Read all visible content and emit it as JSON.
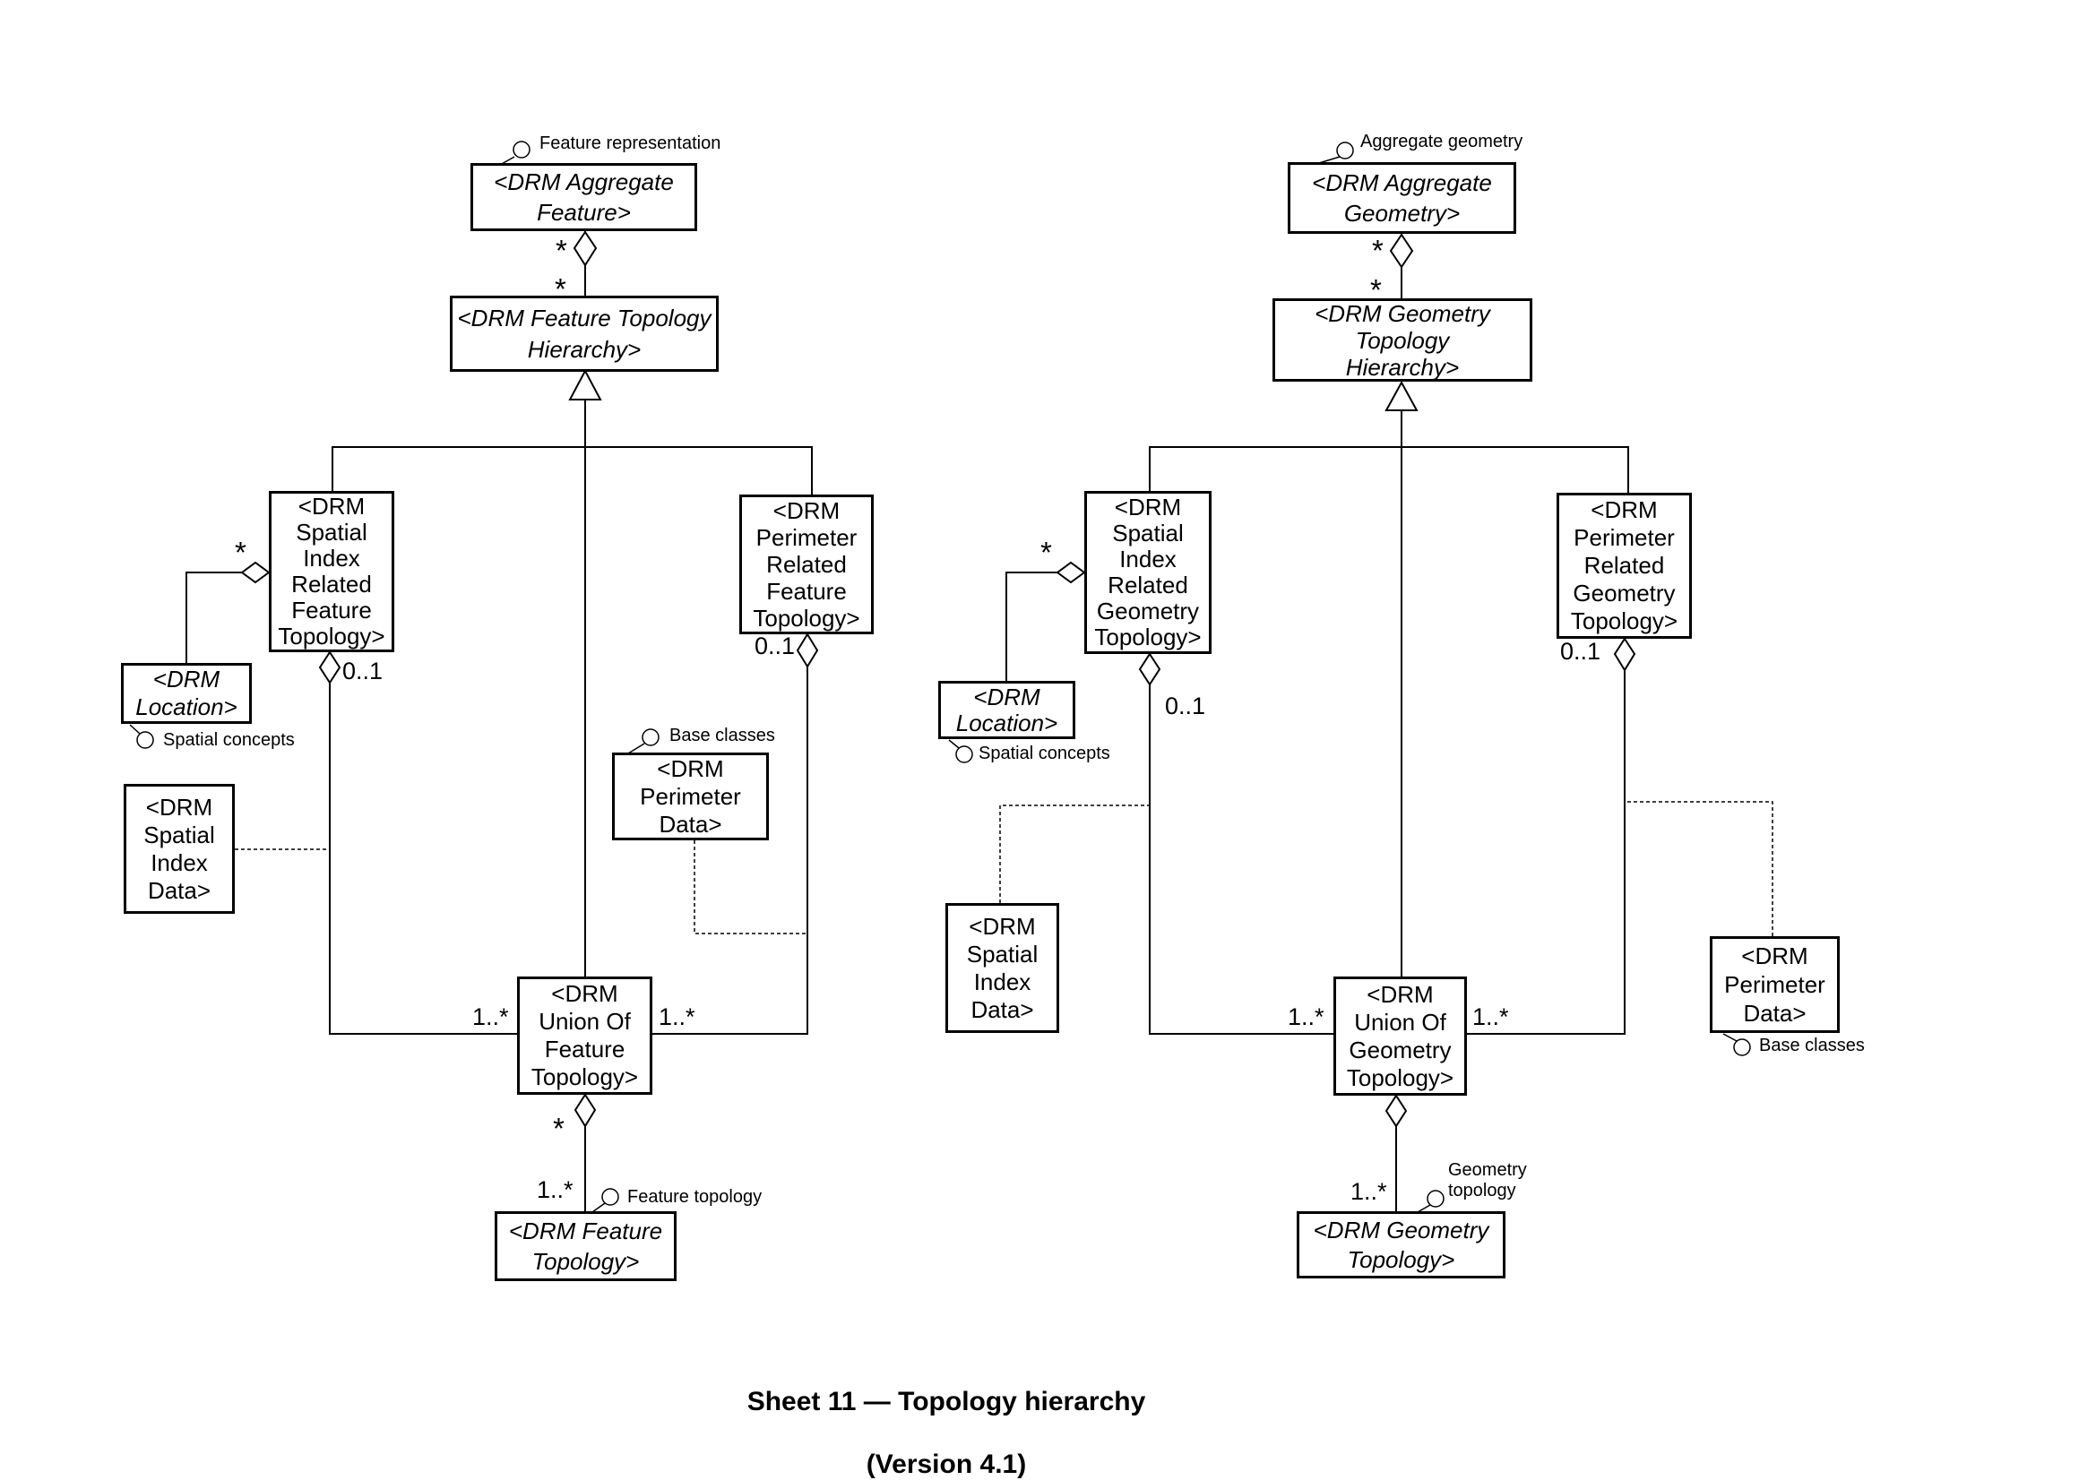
{
  "caption": {
    "title": "Sheet 11 — Topology hierarchy",
    "version": "(Version 4.1)"
  },
  "left": {
    "nodes": {
      "aggregate": "<DRM Aggregate\nFeature>",
      "hierarchy": "<DRM Feature Topology\nHierarchy>",
      "spatial_index_related": "<DRM\nSpatial\nIndex\nRelated\nFeature\nTopology>",
      "perimeter_related": "<DRM\nPerimeter\nRelated\nFeature\nTopology>",
      "location": "<DRM\nLocation>",
      "spatial_index_data": "<DRM\nSpatial\nIndex\nData>",
      "perimeter_data": "<DRM\nPerimeter\nData>",
      "union": "<DRM\nUnion Of\nFeature\nTopology>",
      "topology": "<DRM Feature\nTopology>"
    },
    "annotations": {
      "representation": "Feature representation",
      "spatial_concepts": "Spatial concepts",
      "base_classes": "Base classes",
      "topology": "Feature topology"
    },
    "mult": {
      "agg_parent": "*",
      "agg_child": "*",
      "location": "*",
      "spatial_optional": "0..1",
      "perimeter_optional": "0..1",
      "union_left": "1..*",
      "union_right": "1..*",
      "union_parent": "*",
      "union_child": "1..*"
    }
  },
  "right": {
    "nodes": {
      "aggregate": "<DRM Aggregate\nGeometry>",
      "hierarchy": "<DRM Geometry\nTopology\nHierarchy>",
      "spatial_index_related": "<DRM\nSpatial\nIndex\nRelated\nGeometry\nTopology>",
      "perimeter_related": "<DRM\nPerimeter\nRelated\nGeometry\nTopology>",
      "location": "<DRM\nLocation>",
      "spatial_index_data": "<DRM\nSpatial\nIndex\nData>",
      "perimeter_data": "<DRM\nPerimeter\nData>",
      "union": "<DRM\nUnion Of\nGeometry\nTopology>",
      "topology": "<DRM Geometry\nTopology>"
    },
    "annotations": {
      "representation": "Aggregate geometry",
      "spatial_concepts": "Spatial concepts",
      "base_classes": "Base classes",
      "topology": "Geometry\ntopology"
    },
    "mult": {
      "agg_parent": "*",
      "agg_child": "*",
      "location": "*",
      "spatial_optional": "0..1",
      "perimeter_optional": "0..1",
      "union_left": "1..*",
      "union_right": "1..*",
      "union_child": "1..*"
    }
  }
}
